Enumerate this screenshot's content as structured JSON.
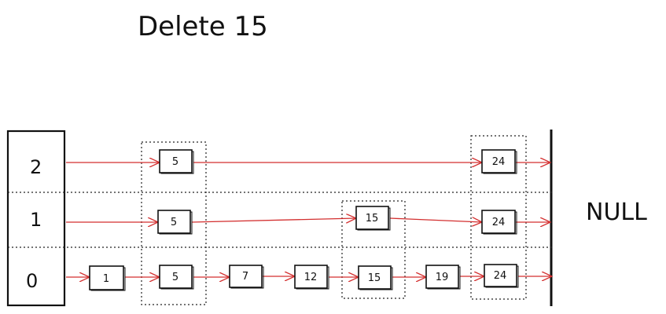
{
  "title": "Delete 15",
  "null_label": "NULL",
  "colors": {
    "arrow": "#d32f2f",
    "ink": "#111111",
    "background": "#ffffff"
  },
  "levels": [
    {
      "label": "2",
      "level": 2,
      "nodes": [
        "5",
        "24"
      ]
    },
    {
      "label": "1",
      "level": 1,
      "nodes": [
        "5",
        "15",
        "24"
      ]
    },
    {
      "label": "0",
      "level": 0,
      "nodes": [
        "1",
        "5",
        "7",
        "12",
        "15",
        "19",
        "24"
      ]
    }
  ],
  "towers": [
    {
      "key": "5",
      "height": 3
    },
    {
      "key": "15",
      "height": 2
    },
    {
      "key": "24",
      "height": 3
    }
  ]
}
